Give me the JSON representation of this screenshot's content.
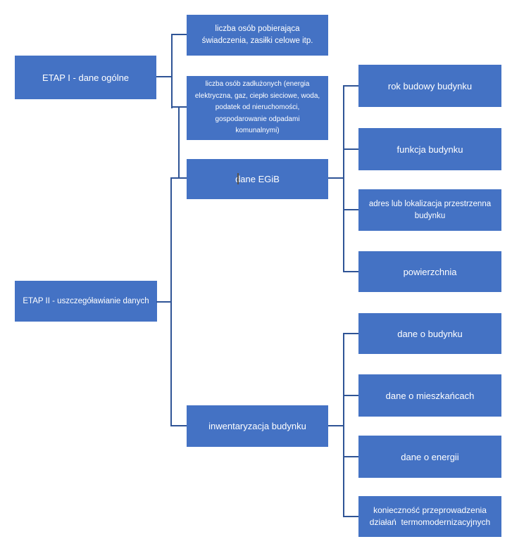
{
  "diagram": {
    "colors": {
      "background": "#ffffff",
      "node_fill": "#4472C4",
      "node_text": "#ffffff",
      "connector": "#2F5496"
    },
    "stages": [
      {
        "id": "etap1",
        "label": "ETAP I - dane ogólne",
        "children": [
          {
            "id": "swiadczenia",
            "label": "liczba osób pobierająca\nświadczenia, zasiłki celowe itp."
          },
          {
            "id": "zadluzeni",
            "label": "liczba osób zadłużonych (energia\nelektryczna, gaz, ciepło sieciowe, woda,\npodatek od nieruchomości,\ngospodarowanie odpadami\nkomunalnymi)"
          }
        ]
      },
      {
        "id": "etap2",
        "label": "ETAP II - uszczegóławianie danych",
        "children": [
          {
            "id": "egib",
            "label": "dane EGiB",
            "children": [
              {
                "id": "rok",
                "label": "rok budowy budynku"
              },
              {
                "id": "funkcja",
                "label": "funkcja budynku"
              },
              {
                "id": "adres",
                "label": "adres lub lokalizacja przestrzenna\nbudynku"
              },
              {
                "id": "powierzchnia",
                "label": "powierzchnia"
              }
            ]
          },
          {
            "id": "inwentaryzacja",
            "label": "inwentaryzacja budynku",
            "children": [
              {
                "id": "dane-budynek",
                "label": "dane o budynku"
              },
              {
                "id": "dane-mieszkancy",
                "label": "dane o mieszkańcach"
              },
              {
                "id": "dane-energia",
                "label": "dane o energii"
              },
              {
                "id": "termo",
                "label": "konieczność przeprowadzenia\ndziałań  termomodernizacyjnych"
              }
            ]
          }
        ]
      }
    ]
  }
}
